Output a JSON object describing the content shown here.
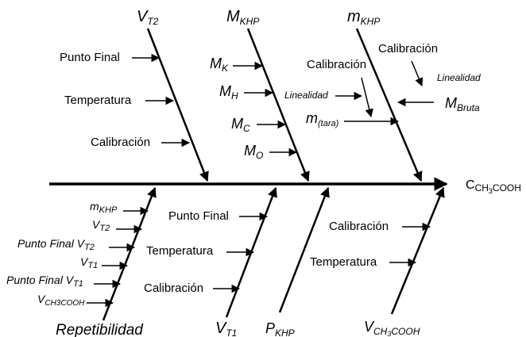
{
  "effect": {
    "main": "C",
    "sub": "CH",
    "sub2": "3",
    "tail": "COOH"
  },
  "branches": {
    "vt2": {
      "main": "V",
      "sub": "T2",
      "causes": [
        "Punto Final",
        "Temperatura",
        "Calibración"
      ]
    },
    "mkhp_top": {
      "main": "M",
      "sub": "KHP",
      "causes": [
        {
          "main": "M",
          "sub": "K"
        },
        {
          "main": "M",
          "sub": "H"
        },
        {
          "main": "M",
          "sub": "C"
        },
        {
          "main": "M",
          "sub": "O"
        }
      ]
    },
    "mkhp_right": {
      "main": "m",
      "sub": "KHP",
      "calibracion_1": "Calibración",
      "linealidad_1": "Linealidad",
      "calibracion_2": "Calibración",
      "linealidad_2": "Linealidad",
      "mbruta": {
        "main": "M",
        "sub": "Bruta"
      },
      "mtara": {
        "main": "m",
        "sub": "(tara)"
      }
    },
    "repetibilidad": {
      "label": "Repetibilidad",
      "causes": [
        {
          "main": "m",
          "sub": "KHP"
        },
        {
          "main": "V",
          "sub": "T2"
        },
        {
          "main": "Punto Final V",
          "sub": "T2"
        },
        {
          "main": "V",
          "sub": "T1"
        },
        {
          "main": "Punto Final V",
          "sub": "T1"
        },
        {
          "main": "V",
          "sub": "CH3COOH"
        }
      ]
    },
    "vt1": {
      "main": "V",
      "sub": "T1",
      "causes": [
        "Punto Final",
        "Temperatura",
        "Calibración"
      ]
    },
    "pkhp": {
      "main": "P",
      "sub": "KHP"
    },
    "vch3": {
      "main": "V",
      "sub": "CH",
      "sub2": "3",
      "tail": "COOH",
      "causes": [
        "Calibración",
        "Temperatura"
      ]
    }
  }
}
